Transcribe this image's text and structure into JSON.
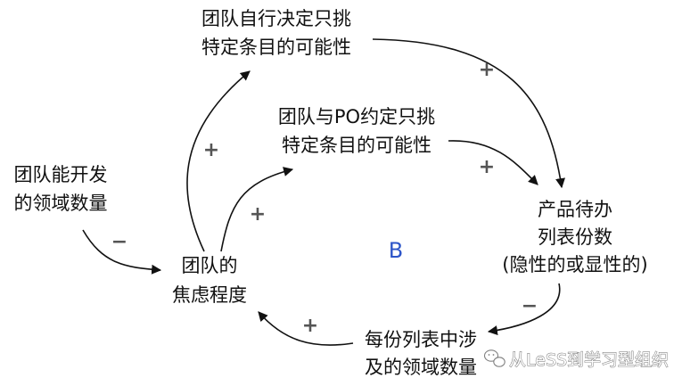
{
  "nodes": {
    "team_choose": {
      "lines": [
        "团队自行决定只挑",
        "特定条目的可能性"
      ]
    },
    "team_po": {
      "lines": [
        "团队与PO约定只挑",
        "特定条目的可能性"
      ]
    },
    "domains": {
      "lines": [
        "团队能开发",
        "的领域数量"
      ]
    },
    "anxiety": {
      "lines": [
        "团队的",
        "焦虑程度"
      ]
    },
    "backlogs": {
      "lines": [
        "产品待办",
        "列表份数",
        "(隐性的或显性的)"
      ]
    },
    "per_list": {
      "lines": [
        "每份列表中涉",
        "及的领域数量"
      ]
    }
  },
  "polarity": {
    "anxiety_to_choose": "+",
    "anxiety_to_po": "+",
    "choose_to_backlogs": "+",
    "po_to_backlogs": "+",
    "backlogs_to_perlist": "−",
    "perlist_to_anxiety": "+",
    "domains_to_anxiety": "−"
  },
  "loop": {
    "label": "B"
  },
  "watermark": {
    "text": "从LeSS到学习型组织",
    "icon": "wechat-icon"
  },
  "colors": {
    "text": "#111111",
    "sign": "#555555",
    "loop_label": "#2d55c8",
    "line": "#111111"
  }
}
